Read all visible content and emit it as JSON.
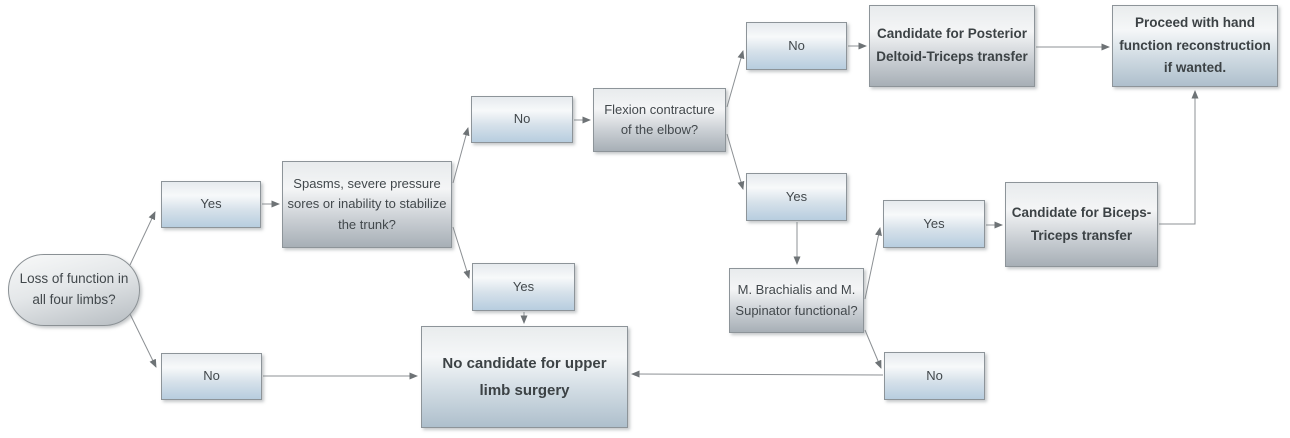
{
  "diagram": {
    "type": "flowchart",
    "background": "#ffffff",
    "colors": {
      "node_border": "#8d9499",
      "blue_node_top": "#f7f9fa",
      "blue_node_bottom": "#b7cddf",
      "gray_node_top": "#f4f5f6",
      "gray_node_bottom": "#a7afb6",
      "connector": "#8c9094",
      "text": "#42484c"
    },
    "nodes": {
      "start": "Loss of function in all four limbs?",
      "yes1": "Yes",
      "no1": "No",
      "spasms_question": "Spasms, severe pressure sores or inability to stabilize the trunk?",
      "no2": "No",
      "yes2": "Yes",
      "flexion_question": "Flexion contracture of the elbow?",
      "no3": "No",
      "yes3": "Yes",
      "brachialis_question": "M. Brachialis and M. Supinator functional?",
      "yes4": "Yes",
      "no4": "No",
      "posterior_outcome": "Candidate for Posterior Deltoid-Triceps transfer",
      "proceed_outcome": "Proceed with hand function reconstruction if wanted.",
      "biceps_outcome": "Candidate for Biceps-Triceps transfer",
      "no_surgery_outcome": "No candidate for upper limb surgery"
    },
    "edges": [
      {
        "from": "start",
        "to": "yes1"
      },
      {
        "from": "start",
        "to": "no1"
      },
      {
        "from": "yes1",
        "to": "spasms_question"
      },
      {
        "from": "spasms_question",
        "to": "no2"
      },
      {
        "from": "spasms_question",
        "to": "yes2"
      },
      {
        "from": "no2",
        "to": "flexion_question"
      },
      {
        "from": "flexion_question",
        "to": "no3"
      },
      {
        "from": "flexion_question",
        "to": "yes3"
      },
      {
        "from": "no3",
        "to": "posterior_outcome"
      },
      {
        "from": "posterior_outcome",
        "to": "proceed_outcome"
      },
      {
        "from": "yes3",
        "to": "brachialis_question"
      },
      {
        "from": "brachialis_question",
        "to": "yes4"
      },
      {
        "from": "brachialis_question",
        "to": "no4"
      },
      {
        "from": "yes4",
        "to": "biceps_outcome"
      },
      {
        "from": "biceps_outcome",
        "to": "proceed_outcome"
      },
      {
        "from": "yes2",
        "to": "no_surgery_outcome"
      },
      {
        "from": "no1",
        "to": "no_surgery_outcome"
      },
      {
        "from": "no4",
        "to": "no_surgery_outcome"
      }
    ]
  }
}
